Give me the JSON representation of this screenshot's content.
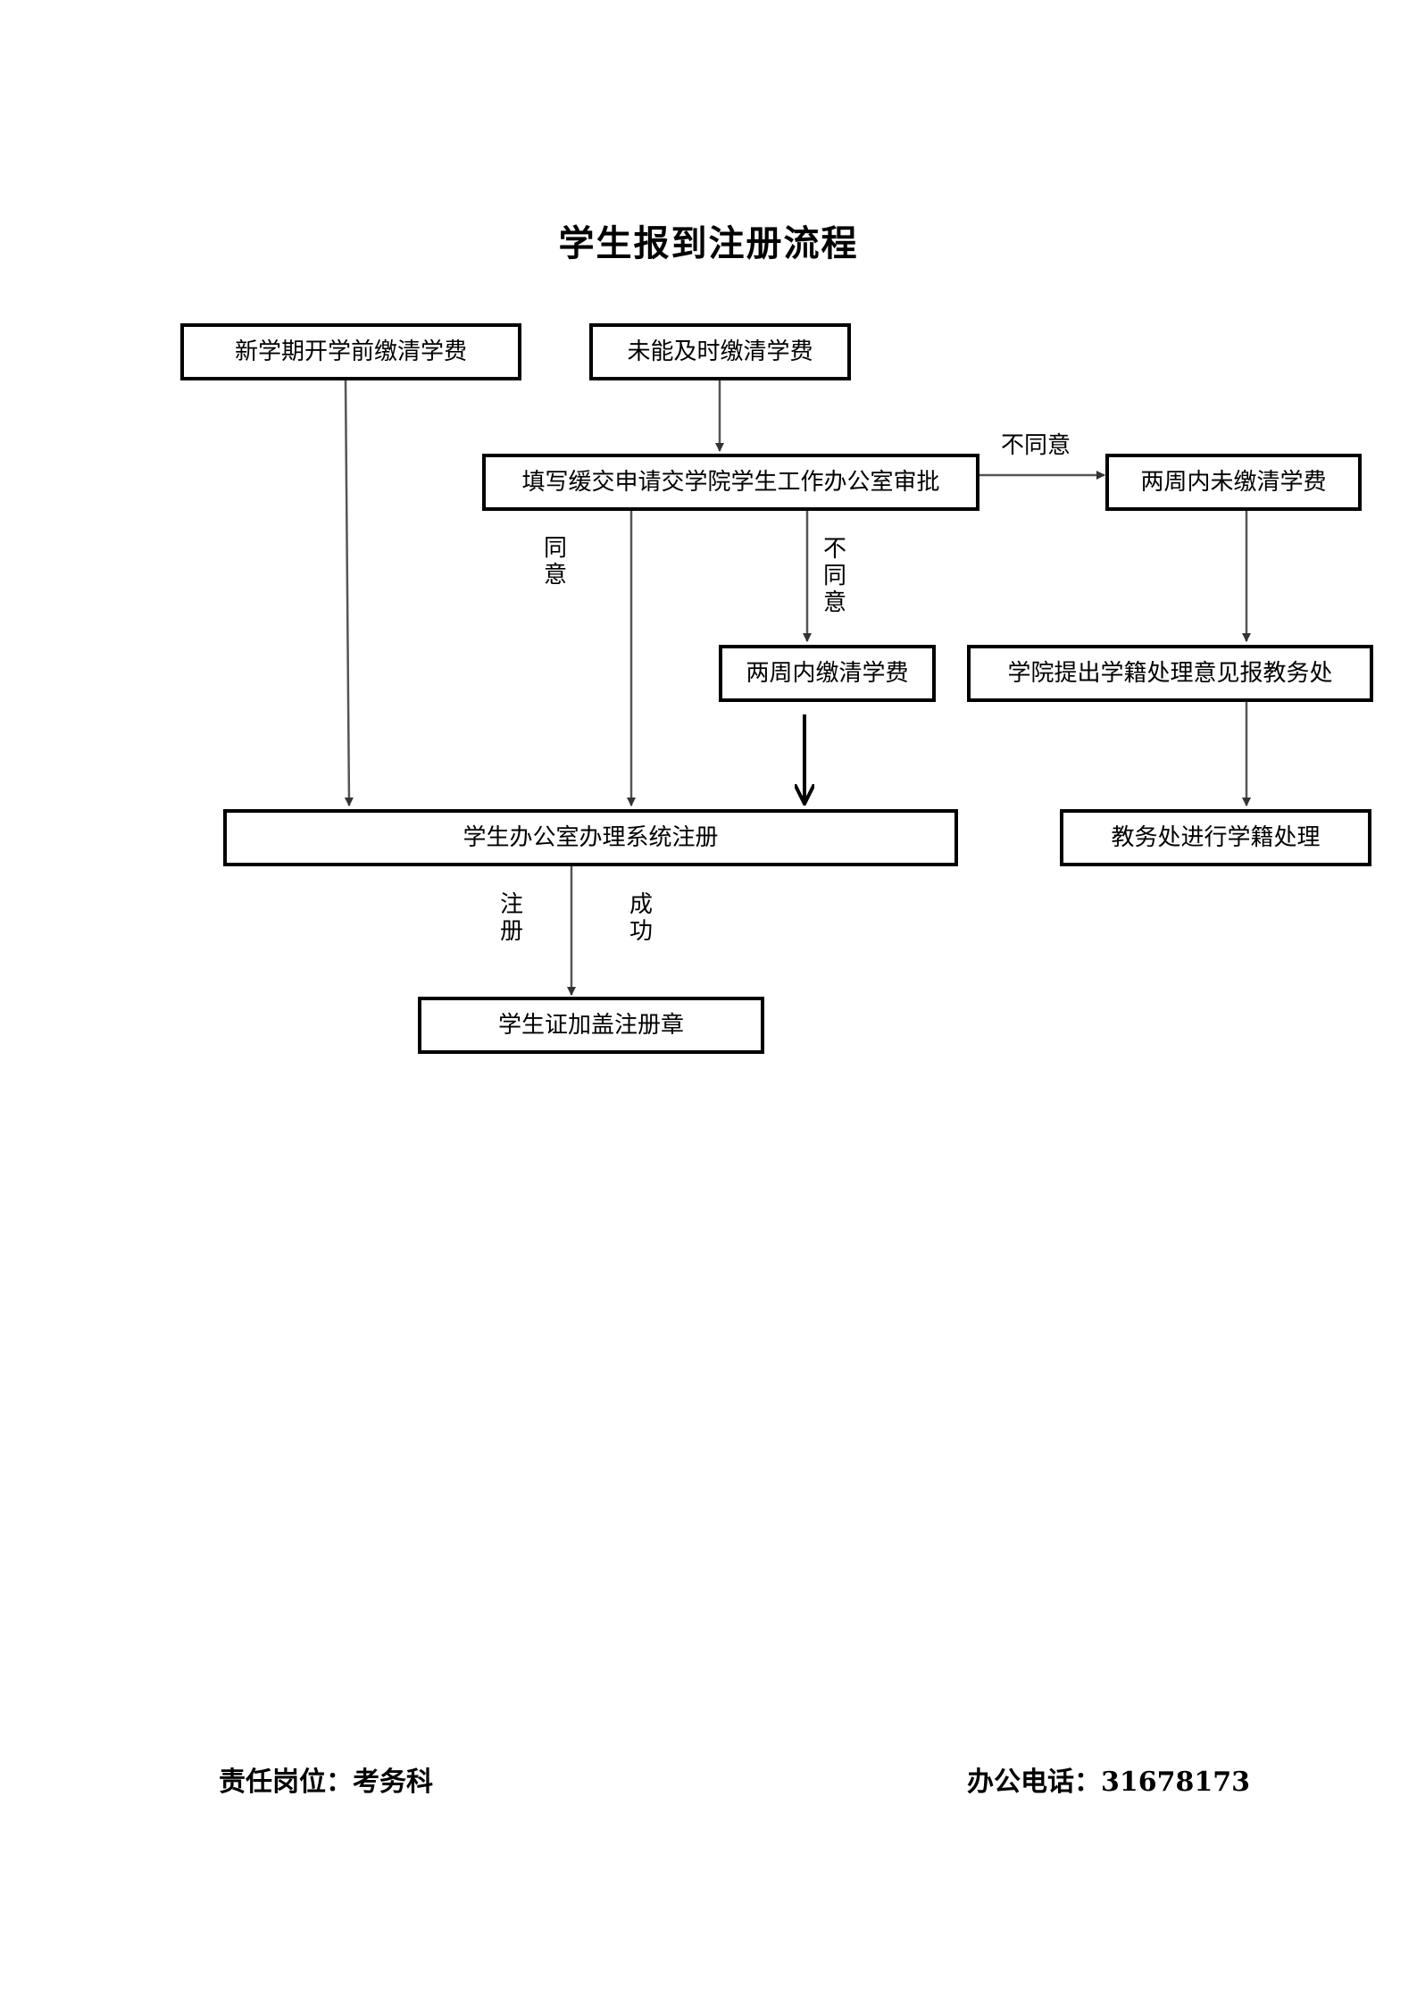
{
  "title": "学生报到注册流程",
  "nodes": {
    "pay_before_term": "新学期开学前缴清学费",
    "not_paid_in_time": "未能及时缴清学费",
    "apply_deferral": "填写缓交申请交学院学生工作办公室审批",
    "unpaid_two_weeks": "两周内未缴清学费",
    "paid_two_weeks": "两周内缴清学费",
    "college_status_opinion": "学院提出学籍处理意见报教务处",
    "office_system_register": "学生办公室办理系统注册",
    "academic_affairs_process": "教务处进行学籍处理",
    "stamp_student_card": "学生证加盖注册章"
  },
  "edge_labels": {
    "disagree_right": "不同意",
    "agree": "同意",
    "disagree_down": "不同意",
    "register": "注册",
    "success": "成功"
  },
  "footer": {
    "responsible": "责任岗位：考务科",
    "phone": "办公电话：31678173"
  }
}
